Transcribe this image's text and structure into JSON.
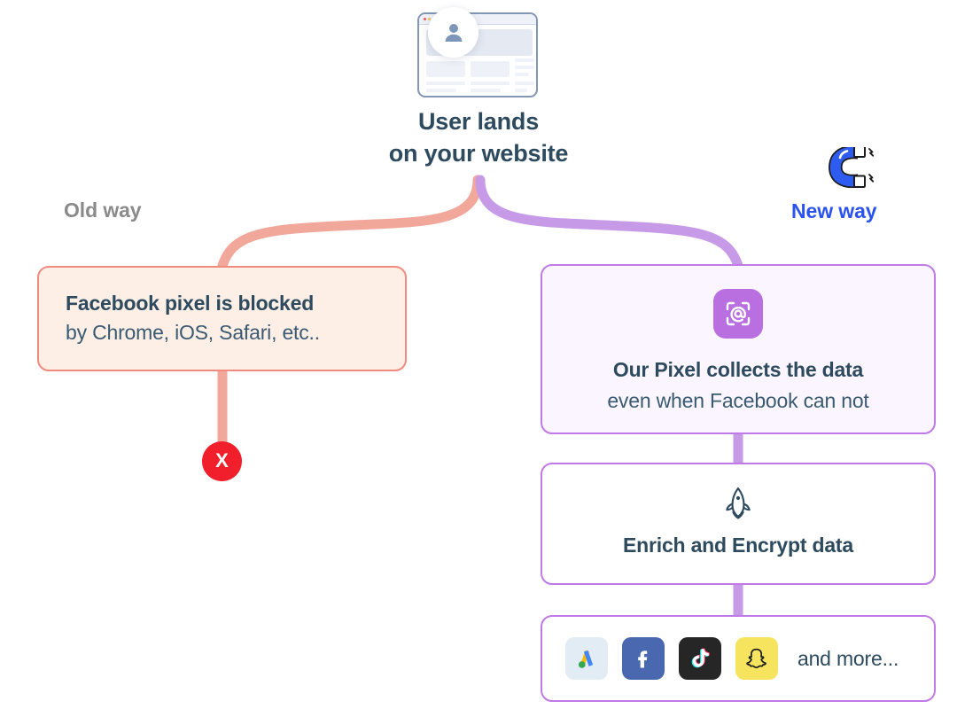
{
  "diagram": {
    "top_node": {
      "icon": "browser-window-with-user-avatar",
      "title_line1": "User lands",
      "title_line2": "on your website"
    },
    "branches": {
      "old": {
        "label": "Old way",
        "label_color": "#8a8a8a",
        "connector_color": "#f2a79b",
        "card": {
          "bold": "Facebook pixel is blocked",
          "regular": "by Chrome, iOS, Safari, etc..",
          "bg": "#fdeee6",
          "border": "#f08b80"
        },
        "end_badge": {
          "symbol": "X",
          "name": "failure-badge",
          "color": "#f01f2b"
        }
      },
      "new": {
        "label": "New way",
        "label_color": "#2a52f0",
        "icon": "magnet-icon",
        "connector_color": "#c79ae8",
        "cards": [
          {
            "icon": "pixel-scan-at-icon",
            "icon_bg": "#b96fe0",
            "bold": "Our Pixel collects the data",
            "regular": "even when Facebook can not",
            "bg": "#faf5ff",
            "border": "#bf7ae8"
          },
          {
            "icon": "rocket-icon",
            "bold": "Enrich and Encrypt data",
            "regular": "",
            "bg": "#ffffff",
            "border": "#bf7ae8"
          }
        ],
        "brands_card": {
          "border": "#bf7ae8",
          "brands": [
            {
              "name": "google-ads",
              "label": "Google Ads",
              "bg": "#e1ecf5"
            },
            {
              "name": "facebook",
              "label": "Facebook",
              "bg": "#4a68b0"
            },
            {
              "name": "tiktok",
              "label": "TikTok",
              "bg": "#262626"
            },
            {
              "name": "snapchat",
              "label": "Snapchat",
              "bg": "#f6e35e"
            }
          ],
          "trailing_text": "and more..."
        }
      }
    }
  }
}
